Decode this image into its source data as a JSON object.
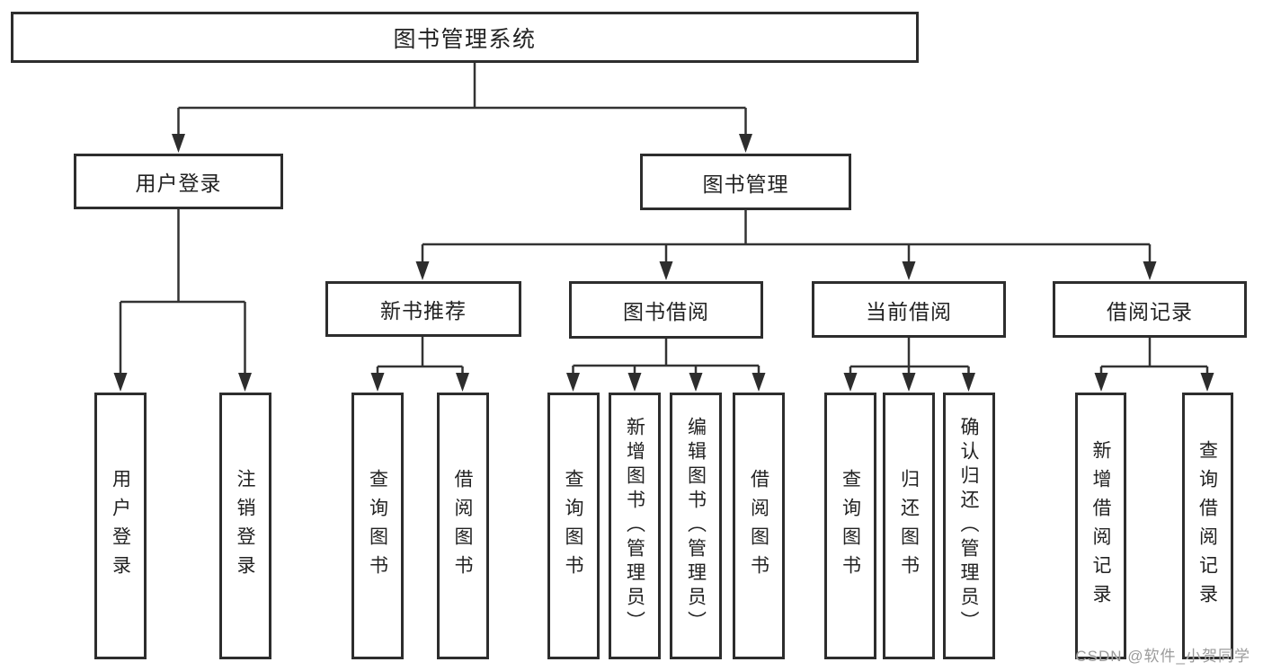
{
  "diagram": {
    "colors": {
      "line": "#333333",
      "box_border": "#2d2d2d",
      "text": "#222222",
      "background": "#ffffff",
      "watermark": "#9b9b9b"
    },
    "nodes": {
      "root": {
        "label": "图书管理系统"
      },
      "user_login": {
        "label": "用户登录"
      },
      "book_management": {
        "label": "图书管理"
      },
      "new_book_recommend": {
        "label": "新书推荐"
      },
      "book_borrow": {
        "label": "图书借阅"
      },
      "current_borrow": {
        "label": "当前借阅"
      },
      "borrow_records": {
        "label": "借阅记录"
      },
      "leaf_user_login": {
        "label": "用户登录"
      },
      "leaf_logout": {
        "label": "注销登录"
      },
      "leaf_query_book_recommend": {
        "label": "查询图书"
      },
      "leaf_borrow_book_recommend": {
        "label": "借阅图书"
      },
      "leaf_query_book_borrow": {
        "label": "查询图书"
      },
      "leaf_add_book_admin": {
        "label": "新增图书（管理员）"
      },
      "leaf_edit_book_admin": {
        "label": "编辑图书（管理员）"
      },
      "leaf_borrow_book": {
        "label": "借阅图书"
      },
      "leaf_query_book_current": {
        "label": "查询图书"
      },
      "leaf_return_book": {
        "label": "归还图书"
      },
      "leaf_confirm_return_admin": {
        "label": "确认归还（管理员）"
      },
      "leaf_add_borrow_record": {
        "label": "新增借阅记录"
      },
      "leaf_query_borrow_record": {
        "label": "查询借阅记录"
      }
    },
    "hierarchy": {
      "图书管理系统": {
        "用户登录": [
          "用户登录",
          "注销登录"
        ],
        "图书管理": {
          "新书推荐": [
            "查询图书",
            "借阅图书"
          ],
          "图书借阅": [
            "查询图书",
            "新增图书（管理员）",
            "编辑图书（管理员）",
            "借阅图书"
          ],
          "当前借阅": [
            "查询图书",
            "归还图书",
            "确认归还（管理员）"
          ],
          "借阅记录": [
            "新增借阅记录",
            "查询借阅记录"
          ]
        }
      }
    },
    "watermark": "CSDN @软件_小贺同学"
  }
}
